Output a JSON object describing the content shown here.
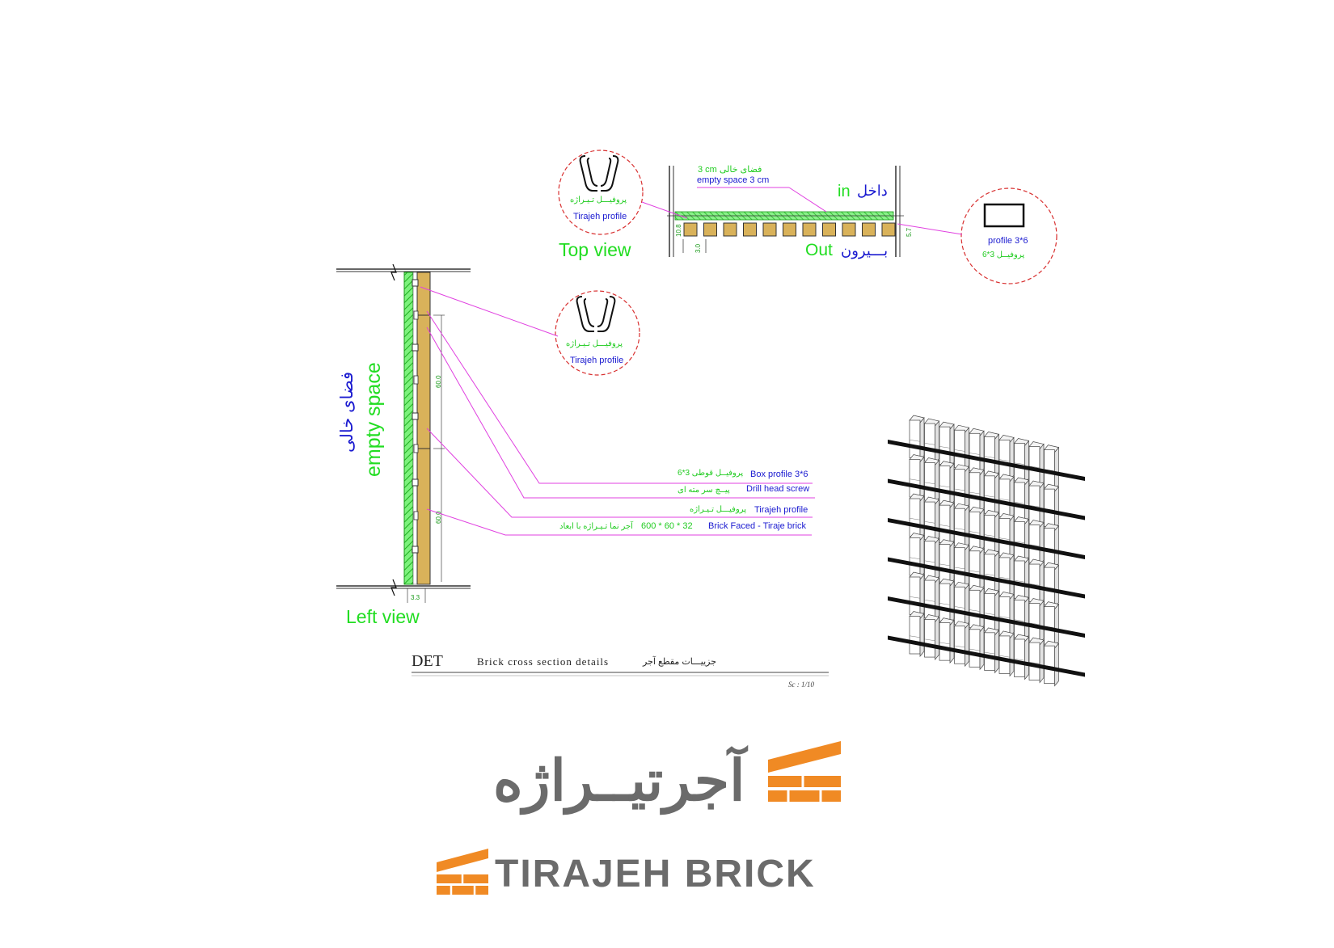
{
  "top_view": {
    "title": "Top view",
    "in_label": "in",
    "in_label_fa": "داخل",
    "out_label": "Out",
    "out_label_fa": "بـــیرون",
    "empty_space_fa": "3 cm فضای خالی",
    "empty_space_en": "empty space  3 cm",
    "callout_left": {
      "label_fa": "پروفیـــل تـیـراژه",
      "label_en": "Tirajeh profile"
    },
    "callout_right": {
      "label_en": "profile 3*6",
      "label_fa": "6*3 پروفیــل"
    },
    "dims": {
      "left": "10.8",
      "right": "5.7",
      "bottom": "3.0"
    }
  },
  "left_view": {
    "title": "Left view",
    "empty_space_en": "empty space",
    "empty_space_fa": "فضای خالی",
    "callout": {
      "label_fa": "پروفیـــل تـیـراژه",
      "label_en": "Tirajeh profile"
    },
    "dims": {
      "upper": "60.0",
      "lower": "60.0",
      "bottom": "3.3"
    }
  },
  "annotations": [
    {
      "fa": "پروفیــل قوطی  3*6",
      "en": "Box profile 3*6"
    },
    {
      "fa": "پیــچ سر مته ای",
      "en": "Drill head screw"
    },
    {
      "fa": "پروفیـــل تـیـراژه",
      "en": "Tirajeh profile"
    },
    {
      "fa": "آجر نما تـیـراژه با ابعاد",
      "dim": "600 * 60 * 32",
      "en": "Brick Faced - Tiraje brick"
    }
  ],
  "title_block": {
    "code": "DET",
    "title_en": "Brick cross section details",
    "title_fa": "جزییـــات مقطع آجر",
    "scale": "Sc : 1/10"
  },
  "logo": {
    "name_fa": "آجرتیــراژه",
    "name_en": "TIRAJEH BRICK"
  },
  "colors": {
    "green": "#22dd22",
    "blue": "#1a1ad0",
    "magenta": "#e040e0",
    "brick": "#d9b25a",
    "orange": "#f08a24",
    "gray": "#6b6b6b",
    "dashed_red": "#d83030"
  }
}
